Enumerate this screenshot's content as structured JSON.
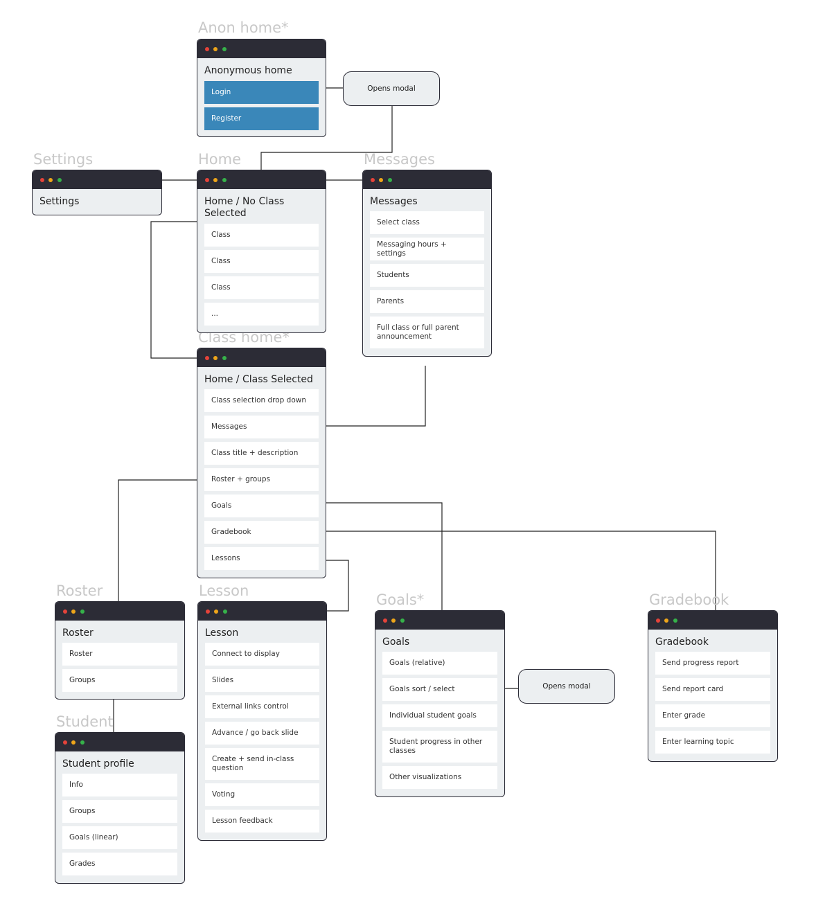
{
  "labels": {
    "anon": "Anon home*",
    "settings": "Settings",
    "home": "Home",
    "messages": "Messages",
    "class_home": "Class home*",
    "roster": "Roster",
    "lesson": "Lesson",
    "goals": "Goals*",
    "gradebook": "Gradebook",
    "student": "Student"
  },
  "anon": {
    "title": "Anonymous home",
    "items": [
      "Login",
      "Register"
    ]
  },
  "anon_modal": "Opens modal",
  "settings": {
    "title": "Settings"
  },
  "home": {
    "title": "Home / No Class Selected",
    "items": [
      "Class",
      "Class",
      "Class",
      "..."
    ]
  },
  "messages": {
    "title": "Messages",
    "items": [
      "Select class",
      "Messaging hours + settings",
      "Students",
      "Parents",
      "Full class or full parent announcement"
    ]
  },
  "class_home": {
    "title": "Home / Class Selected",
    "items": [
      "Class selection drop down",
      "Messages",
      "Class title + description",
      "Roster + groups",
      "Goals",
      "Gradebook",
      "Lessons"
    ]
  },
  "roster": {
    "title": "Roster",
    "items": [
      "Roster",
      "Groups"
    ]
  },
  "lesson": {
    "title": "Lesson",
    "items": [
      "Connect to display",
      "Slides",
      "External links control",
      "Advance / go back slide",
      "Create + send in-class question",
      "Voting",
      "Lesson feedback"
    ]
  },
  "goals": {
    "title": "Goals",
    "items": [
      "Goals (relative)",
      "Goals sort / select",
      "Individual student goals",
      "Student progress in other classes",
      "Other visualizations"
    ]
  },
  "goals_modal": "Opens modal",
  "gradebook": {
    "title": "Gradebook",
    "items": [
      "Send progress report",
      "Send report card",
      "Enter grade",
      "Enter learning topic"
    ]
  },
  "student": {
    "title": "Student profile",
    "items": [
      "Info",
      "Groups",
      "Goals (linear)",
      "Grades"
    ]
  }
}
